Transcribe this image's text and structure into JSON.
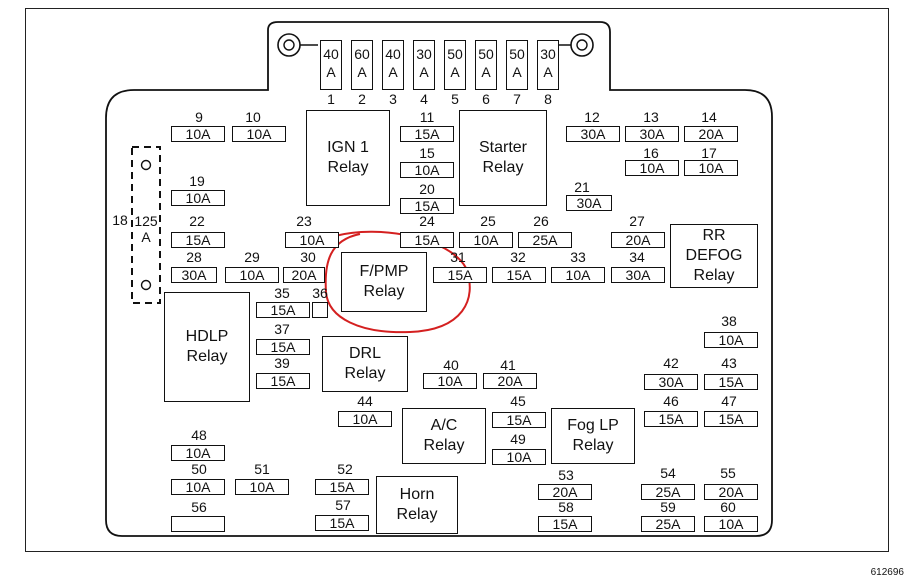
{
  "maxi_fuses": [
    {
      "num": "1",
      "rating": "40\nA"
    },
    {
      "num": "2",
      "rating": "60\nA"
    },
    {
      "num": "3",
      "rating": "40\nA"
    },
    {
      "num": "4",
      "rating": "30\nA"
    },
    {
      "num": "5",
      "rating": "50\nA"
    },
    {
      "num": "6",
      "rating": "50\nA"
    },
    {
      "num": "7",
      "rating": "50\nA"
    },
    {
      "num": "8",
      "rating": "30\nA"
    }
  ],
  "fuses": {
    "f9": {
      "num": "9",
      "rating": "10A"
    },
    "f10": {
      "num": "10",
      "rating": "10A"
    },
    "f11": {
      "num": "11",
      "rating": "15A"
    },
    "f12": {
      "num": "12",
      "rating": "30A"
    },
    "f13": {
      "num": "13",
      "rating": "30A"
    },
    "f14": {
      "num": "14",
      "rating": "20A"
    },
    "f15": {
      "num": "15",
      "rating": "10A"
    },
    "f16": {
      "num": "16",
      "rating": "10A"
    },
    "f17": {
      "num": "17",
      "rating": "10A"
    },
    "f18": {
      "num": "18",
      "rating": "125\nA"
    },
    "f19": {
      "num": "19",
      "rating": "10A"
    },
    "f20": {
      "num": "20",
      "rating": "15A"
    },
    "f21": {
      "num": "21",
      "rating": "30A"
    },
    "f22": {
      "num": "22",
      "rating": "15A"
    },
    "f23": {
      "num": "23",
      "rating": "10A"
    },
    "f24": {
      "num": "24",
      "rating": "15A"
    },
    "f25": {
      "num": "25",
      "rating": "10A"
    },
    "f26": {
      "num": "26",
      "rating": "25A"
    },
    "f27": {
      "num": "27",
      "rating": "20A"
    },
    "f28": {
      "num": "28",
      "rating": "30A"
    },
    "f29": {
      "num": "29",
      "rating": "10A"
    },
    "f30": {
      "num": "30",
      "rating": "20A"
    },
    "f31": {
      "num": "31",
      "rating": "15A"
    },
    "f32": {
      "num": "32",
      "rating": "15A"
    },
    "f33": {
      "num": "33",
      "rating": "10A"
    },
    "f34": {
      "num": "34",
      "rating": "30A"
    },
    "f35": {
      "num": "35",
      "rating": "15A"
    },
    "f36": {
      "num": "36",
      "rating": ""
    },
    "f37": {
      "num": "37",
      "rating": "15A"
    },
    "f38": {
      "num": "38",
      "rating": "10A"
    },
    "f39": {
      "num": "39",
      "rating": "15A"
    },
    "f40": {
      "num": "40",
      "rating": "10A"
    },
    "f41": {
      "num": "41",
      "rating": "20A"
    },
    "f42": {
      "num": "42",
      "rating": "30A"
    },
    "f43": {
      "num": "43",
      "rating": "15A"
    },
    "f44": {
      "num": "44",
      "rating": "10A"
    },
    "f45": {
      "num": "45",
      "rating": "15A"
    },
    "f46": {
      "num": "46",
      "rating": "15A"
    },
    "f47": {
      "num": "47",
      "rating": "15A"
    },
    "f48": {
      "num": "48",
      "rating": "10A"
    },
    "f49": {
      "num": "49",
      "rating": "10A"
    },
    "f50": {
      "num": "50",
      "rating": "10A"
    },
    "f51": {
      "num": "51",
      "rating": "10A"
    },
    "f52": {
      "num": "52",
      "rating": "15A"
    },
    "f53": {
      "num": "53",
      "rating": "20A"
    },
    "f54": {
      "num": "54",
      "rating": "25A"
    },
    "f55": {
      "num": "55",
      "rating": "20A"
    },
    "f56": {
      "num": "56",
      "rating": ""
    },
    "f57": {
      "num": "57",
      "rating": "15A"
    },
    "f58": {
      "num": "58",
      "rating": "15A"
    },
    "f59": {
      "num": "59",
      "rating": "25A"
    },
    "f60": {
      "num": "60",
      "rating": "10A"
    }
  },
  "relays": {
    "ign1": "IGN 1\nRelay",
    "starter": "Starter\nRelay",
    "fpmp": "F/PMP\nRelay",
    "rr_defog": "RR\nDEFOG\nRelay",
    "hdlp": "HDLP\nRelay",
    "drl": "DRL\nRelay",
    "ac": "A/C\nRelay",
    "foglp": "Fog LP\nRelay",
    "horn": "Horn\nRelay"
  },
  "highlight_color": "#d42020",
  "figure_id": "612696"
}
